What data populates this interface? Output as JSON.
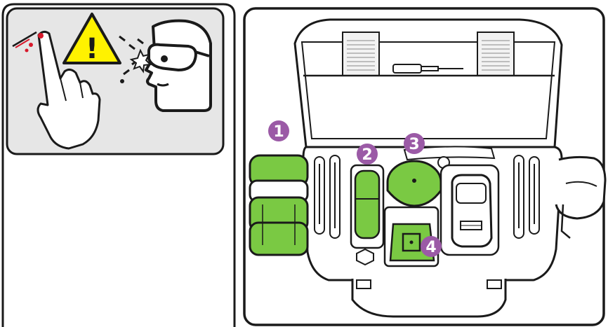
{
  "colors": {
    "accent_green": "#7ac943",
    "badge_purple": "#9b5aa6",
    "warning_yellow": "#fff200",
    "panel_gray": "#e6e6e6",
    "blood_red": "#d7192b",
    "outline": "#1a1a1a"
  },
  "safety_panel": {
    "icons": [
      "finger-cut-hazard-icon",
      "warning-triangle-icon",
      "eye-protection-icon"
    ],
    "warning_symbol": "!"
  },
  "case_panel": {
    "callouts": [
      {
        "number": "1",
        "item": "green-roll-stack"
      },
      {
        "number": "2",
        "item": "green-cylinder-pack"
      },
      {
        "number": "3",
        "item": "green-round-disc"
      },
      {
        "number": "4",
        "item": "green-square-tool"
      }
    ]
  }
}
